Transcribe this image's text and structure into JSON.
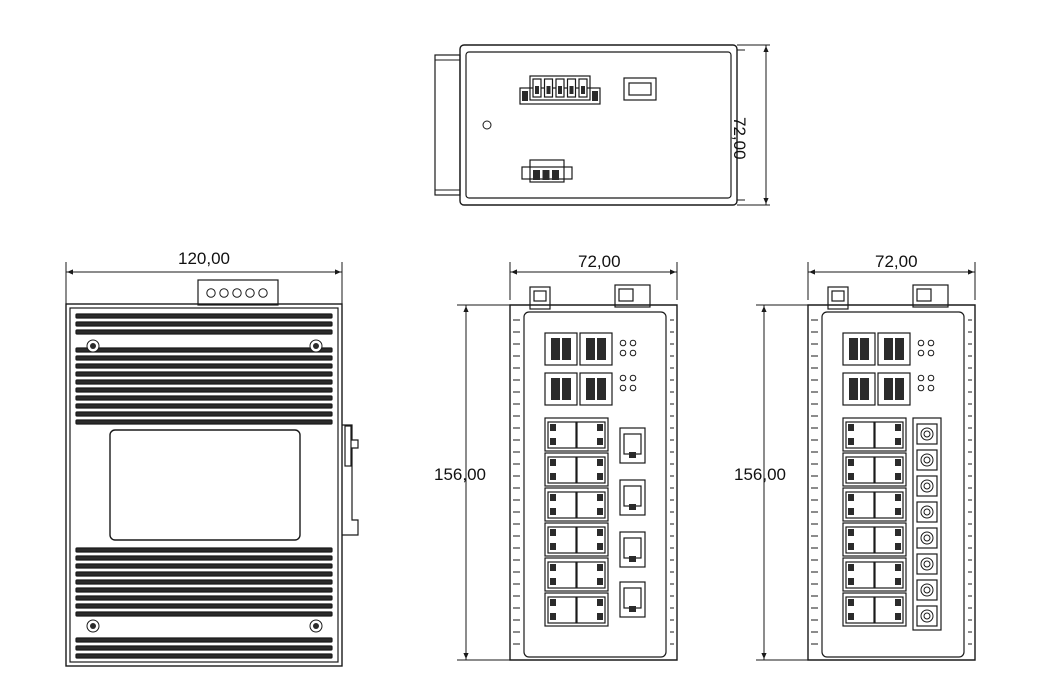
{
  "dimensions": {
    "top_view_height": "72,00",
    "side_view_width": "120,00",
    "front_a_width": "72,00",
    "front_a_height": "156,00",
    "front_b_width": "72,00",
    "front_b_height": "156,00"
  },
  "colors": {
    "stroke": "#1a1a1a",
    "fill_dark": "#2b2b2b",
    "fill_light": "#ffffff",
    "fill_grey": "#d9d9d9"
  }
}
